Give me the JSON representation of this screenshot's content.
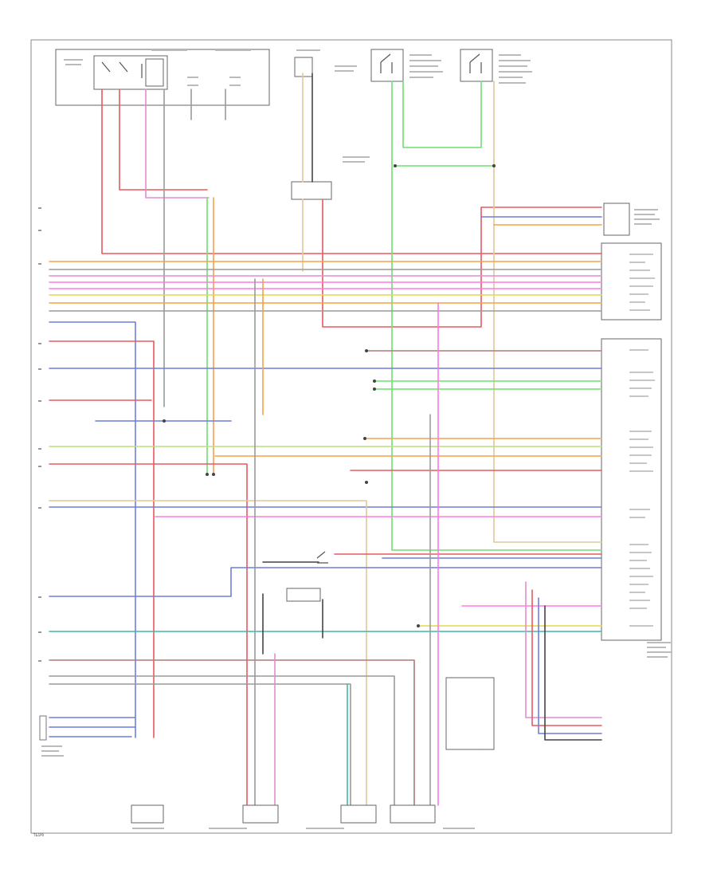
{
  "diagram": {
    "image_code": "T&1P0",
    "colors": {
      "red": "#e8585f",
      "pink": "#ff78e6",
      "magenta": "#e58ad0",
      "orange": "#f6a24a",
      "tan": "#e3c79a",
      "yellow": "#e3d84a",
      "green": "#6ee06e",
      "lime": "#b5e07a",
      "teal": "#3fb7a5",
      "blue": "#6f7de0",
      "violet": "#9f8fe0",
      "brown": "#b07a78",
      "gray": "#9a9a9a",
      "black": "#444444"
    },
    "components": [
      {
        "id": "top-left-switch-module",
        "icon": "switch-icon"
      },
      {
        "id": "top-center-connector",
        "icon": "connector-icon"
      },
      {
        "id": "top-switch-a",
        "icon": "switch-icon"
      },
      {
        "id": "top-switch-b",
        "icon": "switch-icon"
      },
      {
        "id": "right-small-module",
        "icon": "module-icon"
      },
      {
        "id": "powertrain-control-module",
        "icon": "module-icon"
      },
      {
        "id": "center-relay",
        "icon": "relay-icon"
      },
      {
        "id": "bottom-sensor-1",
        "icon": "sensor-icon"
      },
      {
        "id": "bottom-sensor-2",
        "icon": "sensor-icon"
      },
      {
        "id": "bottom-sensor-3",
        "icon": "sensor-icon"
      },
      {
        "id": "bottom-sensor-4",
        "icon": "sensor-icon"
      },
      {
        "id": "bottom-right-sensor",
        "icon": "sensor-icon"
      }
    ]
  }
}
